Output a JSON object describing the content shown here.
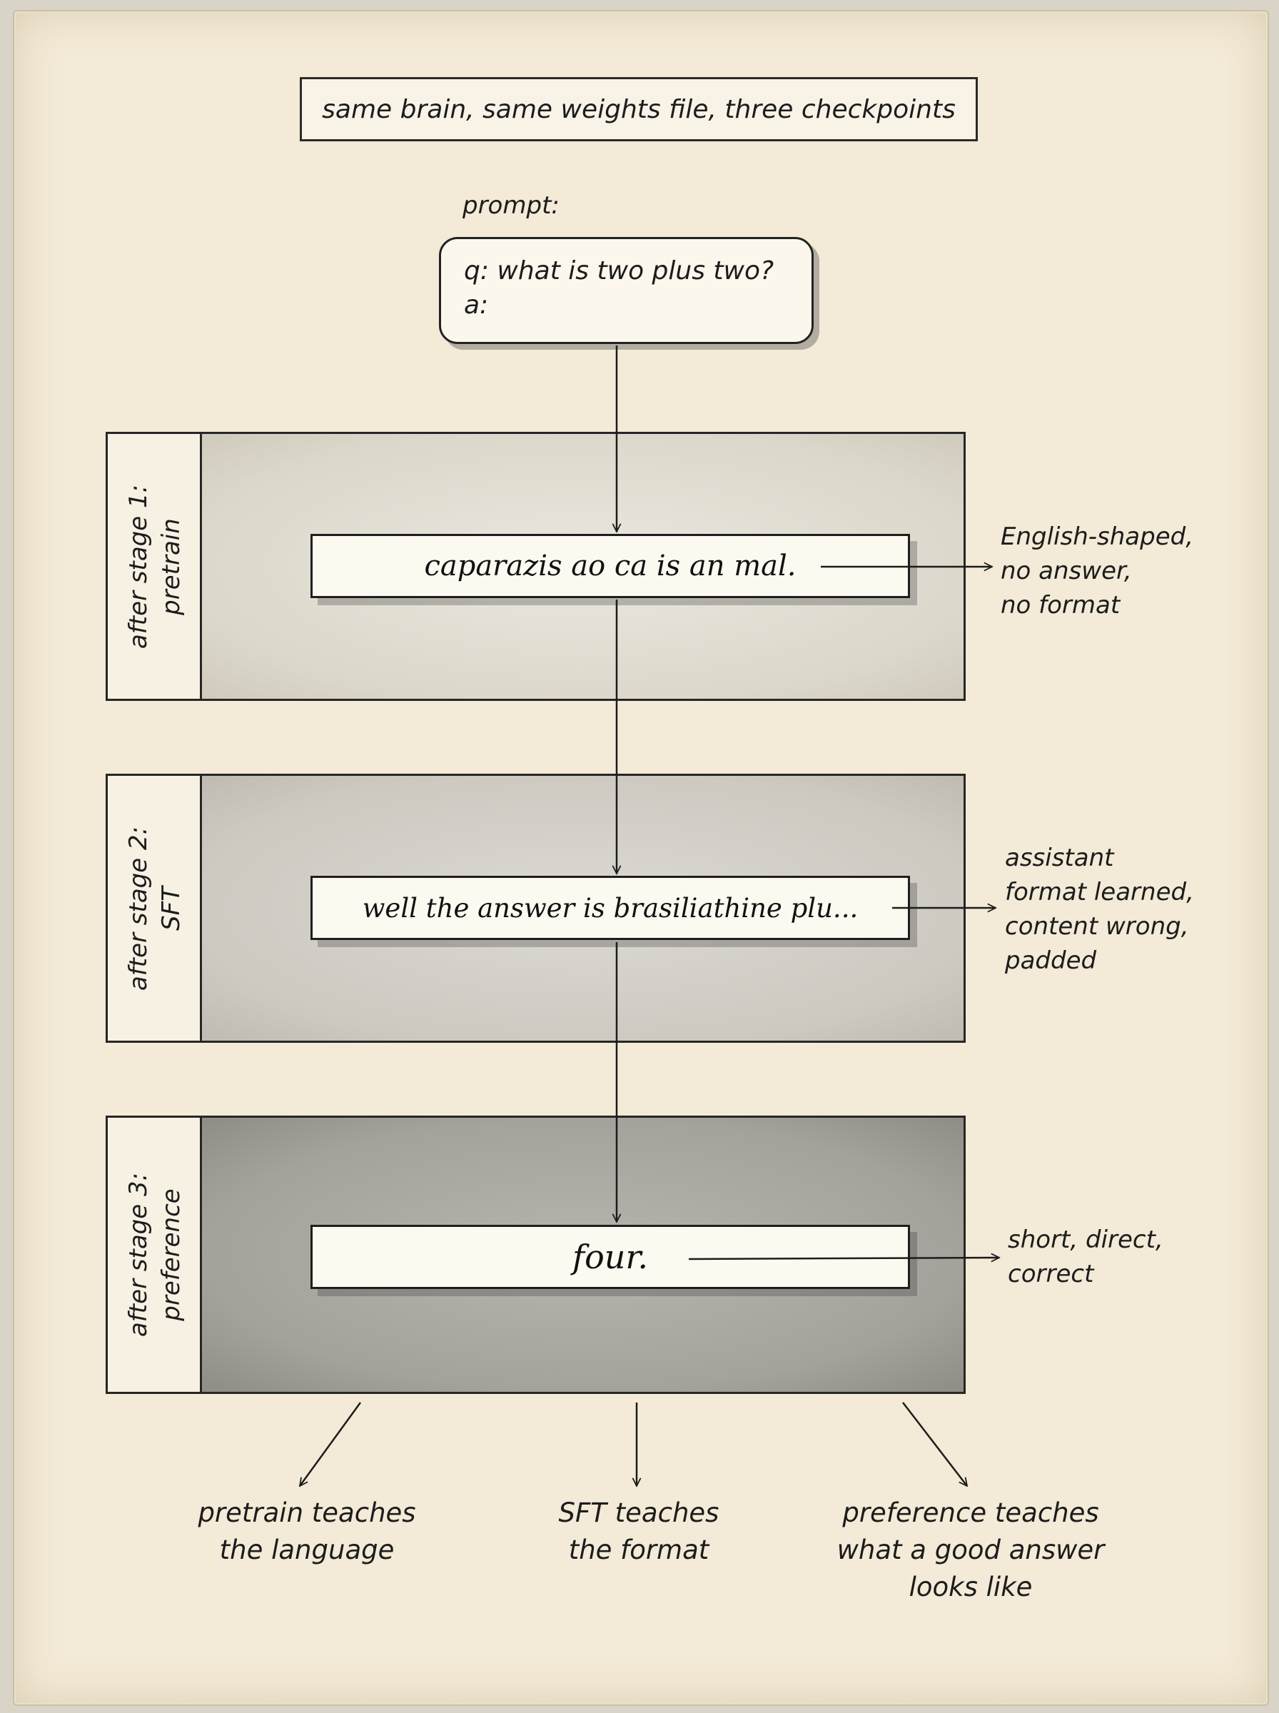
{
  "title": "same brain, same weights file, three checkpoints",
  "prompt": {
    "label": "prompt:",
    "line1": "q: what is two plus two?",
    "line2": "a:"
  },
  "stages": [
    {
      "label_line1": "after stage 1:",
      "label_line2": "pretrain",
      "output": "caparazis ao ca is an mal.",
      "note_lines": [
        "English-shaped,",
        "no answer,",
        "no format"
      ]
    },
    {
      "label_line1": "after stage 2:",
      "label_line2": "SFT",
      "output": "well the answer is brasiliathine plu...",
      "note_lines": [
        "assistant",
        "format learned,",
        "content wrong,",
        "padded"
      ]
    },
    {
      "label_line1": "after stage 3:",
      "label_line2": "preference",
      "output": "four.",
      "note_lines": [
        "short, direct,",
        "correct"
      ]
    }
  ],
  "takeaways": [
    {
      "line1": "pretrain teaches",
      "line2": "the language"
    },
    {
      "line1": "SFT teaches",
      "line2": "the format"
    },
    {
      "line1": "preference teaches",
      "line2": "what a good answer",
      "line3": "looks like"
    }
  ],
  "colors": {
    "paper": "#f3ead7",
    "ink": "#1c1c1c",
    "stage1_fill": "#e3ded2",
    "stage2_fill": "#d3cfc7",
    "stage3_fill": "#a9a6a0"
  }
}
